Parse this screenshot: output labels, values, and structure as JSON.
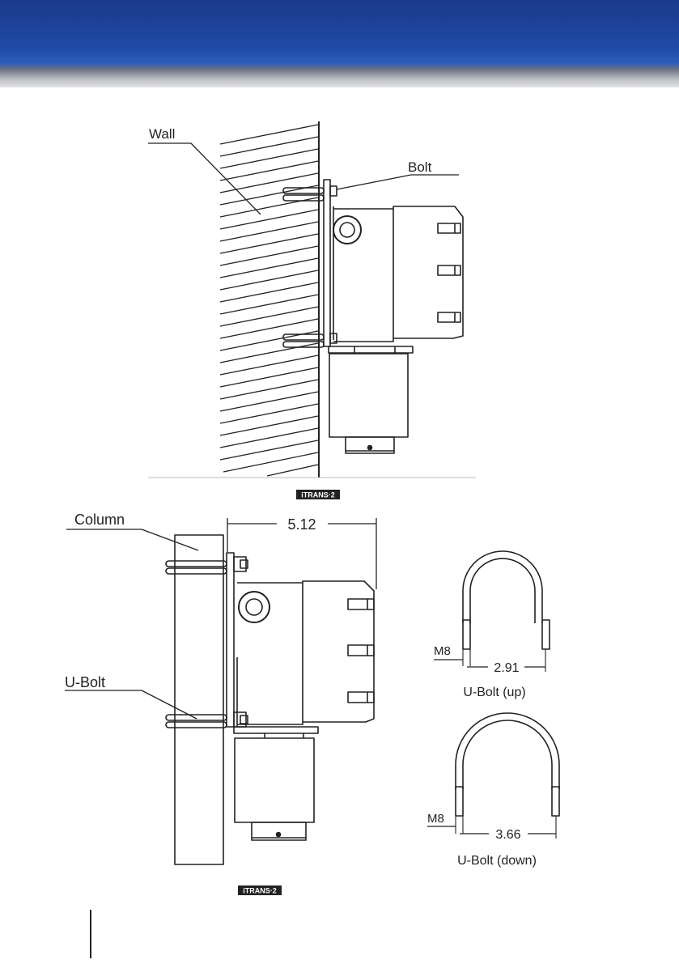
{
  "labels": {
    "wall": "Wall",
    "bolt": "Bolt",
    "column": "Column",
    "ubolt": "U-Bolt",
    "width_dim": "5.12",
    "m8_up": "M8",
    "dim_up": "2.91",
    "ubolt_up_caption": "U-Bolt (up)",
    "m8_down": "M8",
    "dim_down": "3.66",
    "ubolt_down_caption": "U-Bolt (down)"
  },
  "logo": {
    "text": "iTRANS·2"
  },
  "colors": {
    "header_blue": "#1f4aa5",
    "line": "#222222"
  }
}
